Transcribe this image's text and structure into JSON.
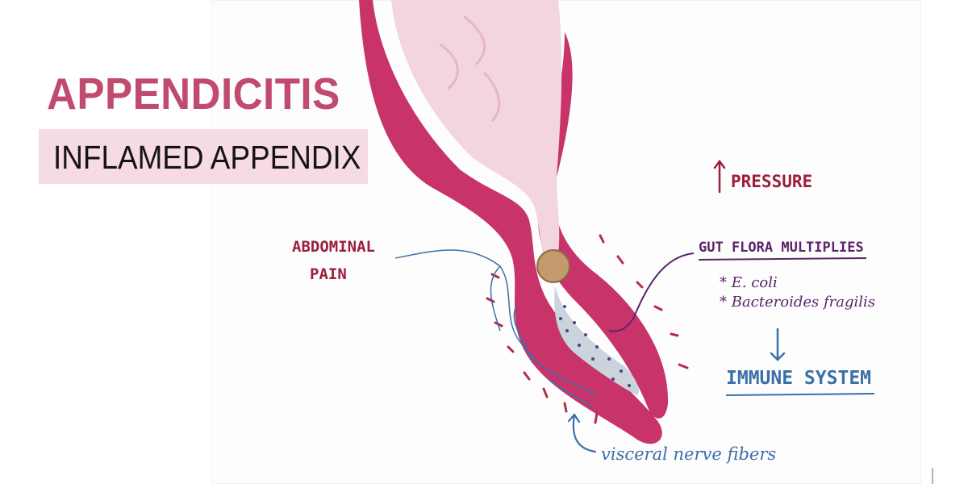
{
  "title": "APPENDICITIS",
  "subtitle": "INFLAMED APPENDIX",
  "labels": {
    "pressure": "PRESSURE",
    "abdominal_pain_line1": "ABDOMINAL",
    "abdominal_pain_line2": "PAIN",
    "gut_flora": "GUT FLORA MULTIPLIES",
    "ecoli": "* E. coli",
    "bacteroides": "* Bacteroides fragilis",
    "immune_system": "IMMUNE SYSTEM",
    "visceral": "visceral nerve fibers"
  },
  "colors": {
    "wall": "#c8346a",
    "lumen": "#f3d5df",
    "dark_red": "#9c1f3a",
    "purple": "#5b2468",
    "blue": "#3b6fa8",
    "fecalith": "#c39a6b"
  },
  "icons": [
    "up-arrow-icon",
    "down-arrow-icon",
    "curved-arrow-icon",
    "fecalith-icon"
  ]
}
